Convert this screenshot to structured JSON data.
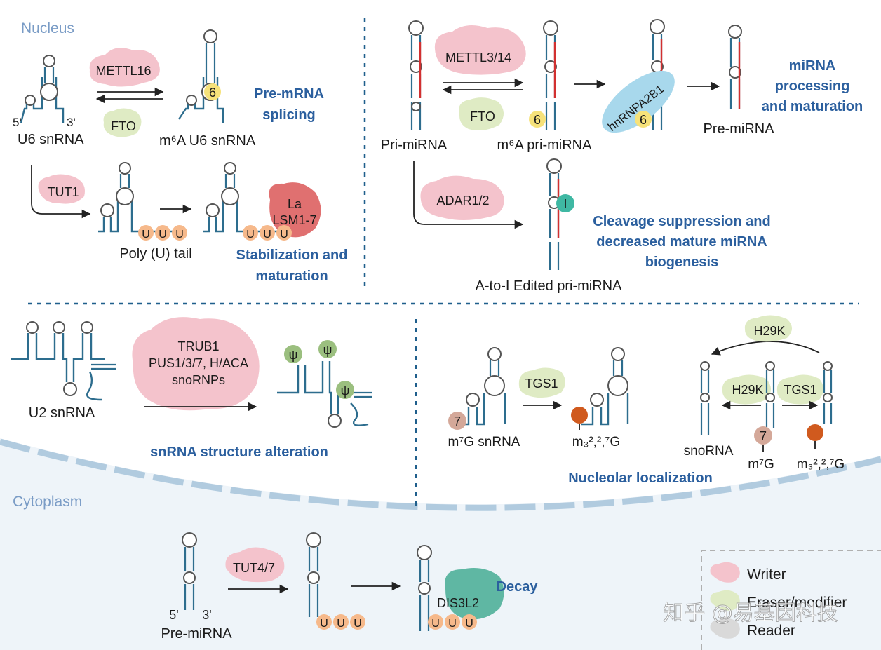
{
  "regions": {
    "nucleus": "Nucleus",
    "cytoplasm": "Cytoplasm"
  },
  "u6": {
    "writer": "METTL16",
    "eraser": "FTO",
    "five": "5'",
    "three": "3'",
    "rna_left": "U6 snRNA",
    "rna_right": "m⁶A U6 snRNA",
    "mark": "6",
    "heading": [
      "Pre-mRNA",
      "splicing"
    ]
  },
  "polyu": {
    "writer": "TUT1",
    "reader": [
      "La",
      "LSM1-7"
    ],
    "u": "U",
    "label": "Poly (U) tail",
    "heading": [
      "Stabilization and",
      "maturation"
    ]
  },
  "mirna": {
    "writer": "METTL3/14",
    "eraser": "FTO",
    "reader": "hnRNPA2B1",
    "mark": "6",
    "rna_left": "Pri-miRNA",
    "rna_mid": "m⁶A pri-miRNA",
    "rna_right": "Pre-miRNA",
    "heading": [
      "miRNA",
      "processing",
      "and maturation"
    ]
  },
  "adar": {
    "writer": "ADAR1/2",
    "mark": "I",
    "label": "A-to-I Edited pri-miRNA",
    "heading": [
      "Cleavage suppression and",
      "decreased mature miRNA",
      "biogenesis"
    ]
  },
  "snrna": {
    "writer": [
      "TRUB1",
      "PUS1/3/7, H/ACA",
      "snoRNPs"
    ],
    "psi": "ψ",
    "label": "U2 snRNA",
    "heading": "snRNA structure alteration"
  },
  "noloc": {
    "writer": "TGS1",
    "eraser": "H29K",
    "cap7": "7",
    "label_left": "m⁷G snRNA",
    "label_right": "m₃²,²,⁷G",
    "sno_label": "snoRNA",
    "sno_m7g": "m⁷G",
    "sno_tmg": "m₃²,²,⁷G",
    "heading": "Nucleolar localization"
  },
  "decay": {
    "writer": "TUT4/7",
    "reader": "DIS3L2",
    "five": "5'",
    "three": "3'",
    "label": "Pre-miRNA",
    "u": "U",
    "heading": "Decay"
  },
  "legend": {
    "writer": "Writer",
    "eraser": "Eraser/modifier",
    "reader": "Reader"
  },
  "watermark": "知乎 @易基因科技",
  "colors": {
    "heading": "#2b5f9e",
    "writer": "#f4c3cc",
    "eraser": "#dfebc4",
    "reader": "#d9d9d9",
    "m6a": "#f6e27a",
    "inosine": "#3fb8a3",
    "cap": "#d05a1e",
    "m7g": "#d4a899",
    "polyu": "#f6b98b",
    "psi": "#9bbf7f"
  }
}
